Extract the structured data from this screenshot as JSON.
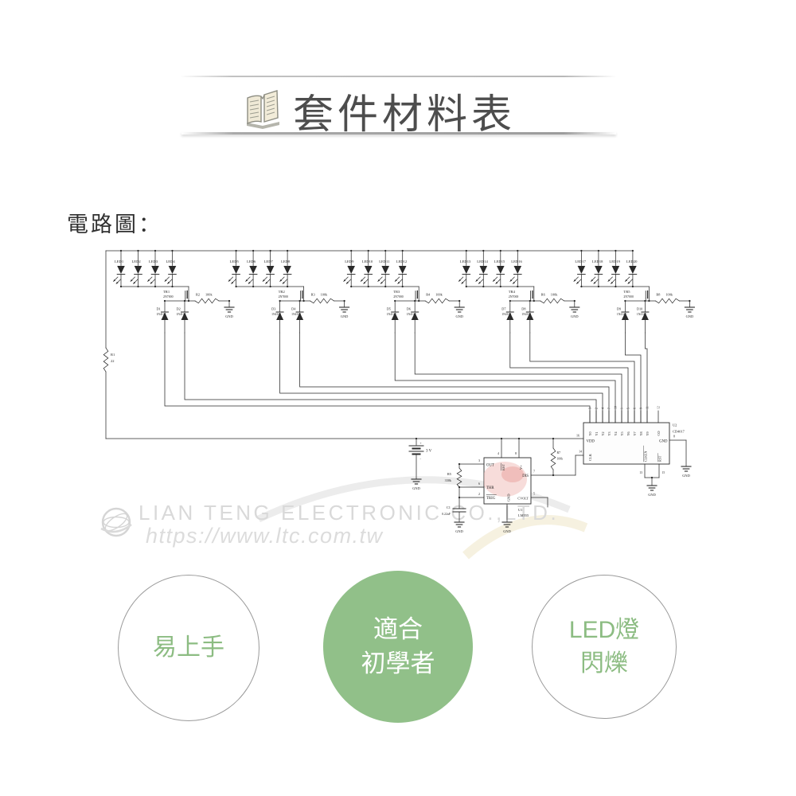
{
  "header": {
    "title": "套件材料表",
    "icon": "open-book-icon"
  },
  "section": {
    "label": "電路圖："
  },
  "watermark": {
    "company": "LIAN TENG ELECTRONIC CO.,LTD.",
    "url": "https://www.ltc.com.tw",
    "icon": "globe-swoosh-logo"
  },
  "features": [
    {
      "lines": [
        "易上手"
      ],
      "variant": "outline"
    },
    {
      "lines": [
        "適合",
        "初學者"
      ],
      "variant": "filled"
    },
    {
      "lines": [
        "LED燈",
        "閃爍"
      ],
      "variant": "outline"
    }
  ],
  "colors": {
    "accent_green": "#91c089",
    "feature_text_green": "#8cbc82",
    "circle_border": "#9a9a9a",
    "title_gray": "#4d4d4d",
    "schematic_ink": "#2a2a2a",
    "ic_highlight": "#f0b9b5",
    "watermark_gray": "#d9d9d9"
  },
  "schematic": {
    "power": {
      "battery_label": "3 V",
      "gnd": "GND"
    },
    "series_resistor": {
      "name": "R1",
      "value": "22"
    },
    "led_groups": [
      {
        "leds": [
          "LED1",
          "LED2",
          "LED3",
          "LED4"
        ],
        "transistor": {
          "name": "TR1",
          "part": "2N7000"
        },
        "gate_resistor": {
          "name": "R2",
          "value": "100k"
        },
        "diodes": [
          {
            "name": "D1",
            "part": "1N4148"
          },
          {
            "name": "D2",
            "part": "1N4148"
          }
        ],
        "gnd": "GND"
      },
      {
        "leds": [
          "LED5",
          "LED6",
          "LED7",
          "LED8"
        ],
        "transistor": {
          "name": "TR2",
          "part": "2N7000"
        },
        "gate_resistor": {
          "name": "R3",
          "value": "100k"
        },
        "diodes": [
          {
            "name": "D3",
            "part": "1N4148"
          },
          {
            "name": "D4",
            "part": "1N4148"
          }
        ],
        "gnd": "GND"
      },
      {
        "leds": [
          "LED9",
          "LED10",
          "LED11",
          "LED12"
        ],
        "transistor": {
          "name": "TR3",
          "part": "2N7000"
        },
        "gate_resistor": {
          "name": "R4",
          "value": "100k"
        },
        "diodes": [
          {
            "name": "D5",
            "part": "1N4148"
          },
          {
            "name": "D6",
            "part": "1N4148"
          }
        ],
        "gnd": "GND"
      },
      {
        "leds": [
          "LED13",
          "LED14",
          "LED15",
          "LED16"
        ],
        "transistor": {
          "name": "TR4",
          "part": "2N7000"
        },
        "gate_resistor": {
          "name": "R6",
          "value": "100k"
        },
        "diodes": [
          {
            "name": "D7",
            "part": "1N4148"
          },
          {
            "name": "D8",
            "part": "1N4148"
          }
        ],
        "gnd": "GND"
      },
      {
        "leds": [
          "LED17",
          "LED18",
          "LED19",
          "LED20"
        ],
        "transistor": {
          "name": "TR5",
          "part": "2N7000"
        },
        "gate_resistor": {
          "name": "R8",
          "value": "100k"
        },
        "diodes": [
          {
            "name": "D9",
            "part": "1N4148"
          },
          {
            "name": "D10",
            "part": "1N4148"
          }
        ],
        "gnd": "GND"
      }
    ],
    "timer": {
      "ref": "U1",
      "part": "LM555",
      "pins": {
        "out": "OUT",
        "rst": "RST",
        "vplus": "V+",
        "dis": "DIS",
        "thr": "THR",
        "trig": "TRIG",
        "gnd": "GND",
        "cvolt": "CVOLT"
      },
      "pin_numbers": {
        "out": "3",
        "rst": "4",
        "vplus": "8",
        "dis": "7",
        "thr": "6",
        "trig": "2",
        "gnd": "1",
        "cvolt": "5"
      },
      "timing_resistor": {
        "name": "R5",
        "value": "330k"
      },
      "timing_capacitor": {
        "name": "C1",
        "value": "0.22uF"
      },
      "gnd": "GND"
    },
    "counter": {
      "ref": "U2",
      "part": "CD4017",
      "outputs": [
        "Y0",
        "Y1",
        "Y2",
        "Y3",
        "Y4",
        "Y5",
        "Y6",
        "Y7",
        "Y8",
        "Y9"
      ],
      "output_pin_numbers": [
        "3",
        "2",
        "4",
        "7",
        "10",
        "1",
        "5",
        "6",
        "9",
        "11"
      ],
      "carry": {
        "label": "CO",
        "number": "12"
      },
      "left_pins": {
        "vdd": {
          "label": "VDD",
          "number": "16"
        },
        "clk": {
          "label": "CLK",
          "number": "14"
        }
      },
      "bottom_pins": {
        "clken": {
          "label": "CLKEN",
          "number": "13"
        },
        "rst": {
          "label": "RST",
          "number": "15"
        }
      },
      "gnd_pin": {
        "label": "GND",
        "number": "8"
      },
      "clock_resistor": {
        "name": "R7",
        "value": "100k"
      },
      "gnd": "GND"
    }
  }
}
